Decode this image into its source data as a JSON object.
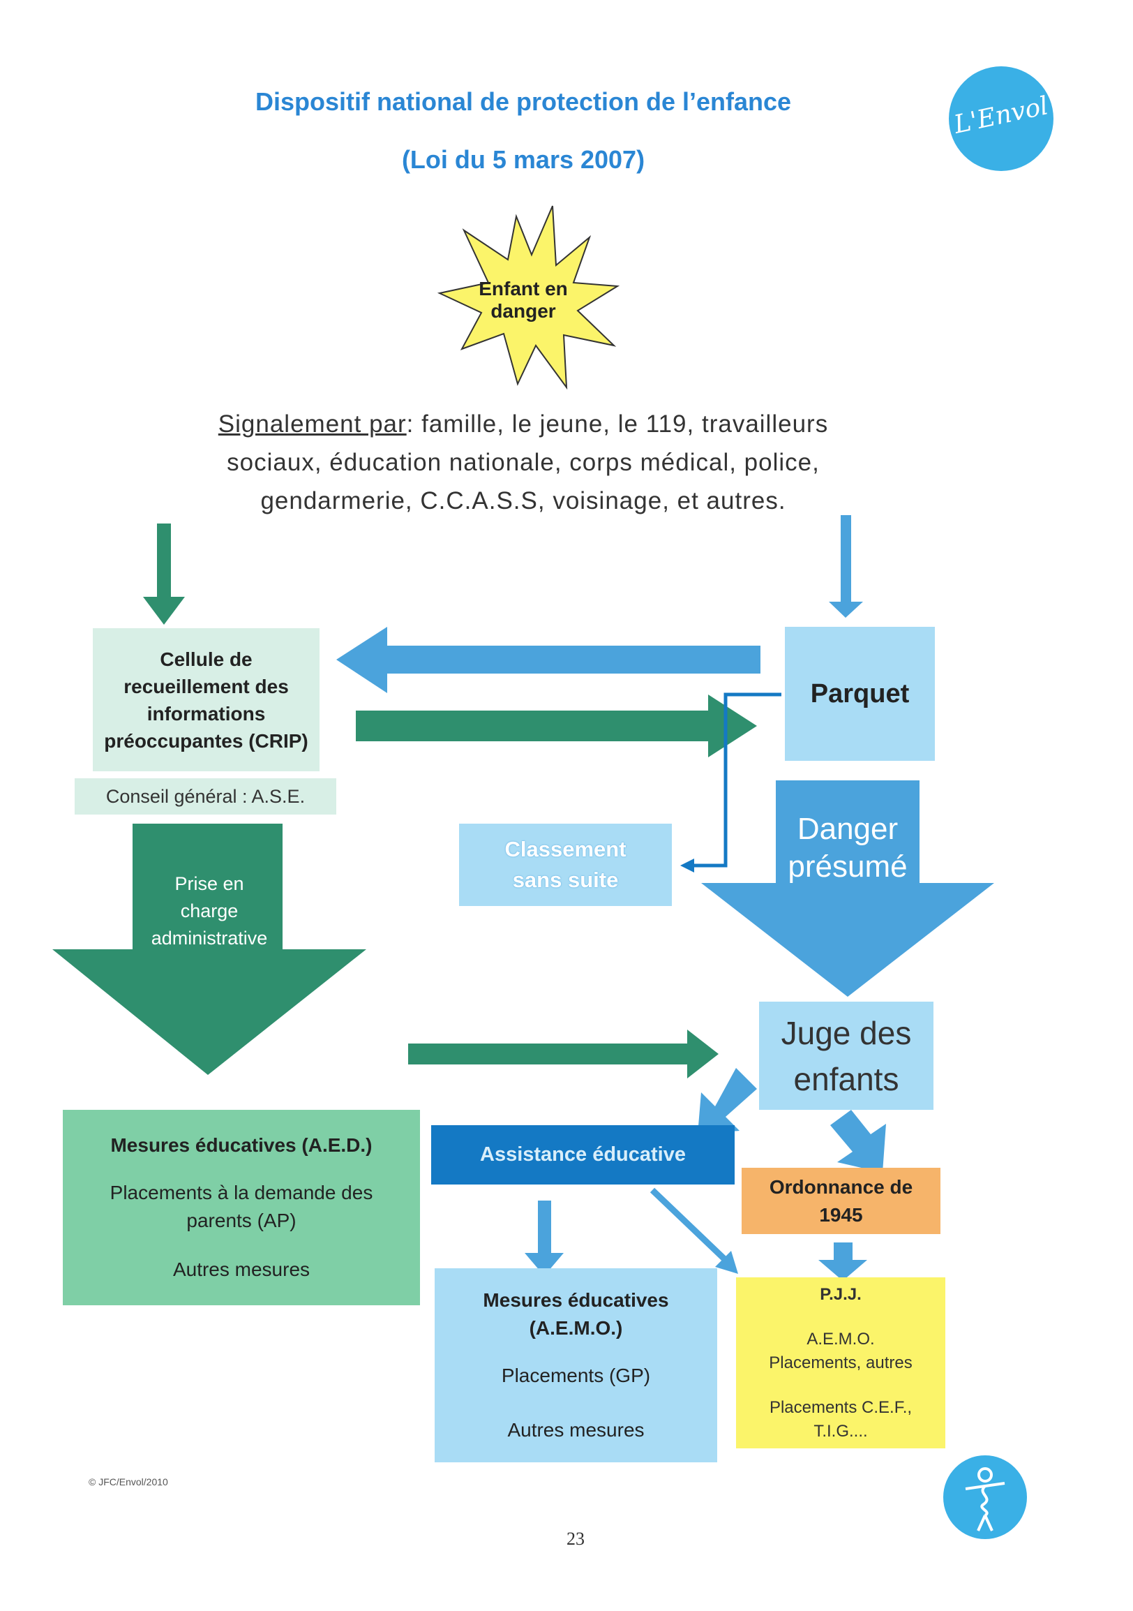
{
  "header": {
    "title_line1": "Dispositif national de protection de l’enfance",
    "title_line2": "(Loi du 5 mars 2007)",
    "logo_text": "L'Envol"
  },
  "burst": {
    "line1": "Enfant en",
    "line2": "danger"
  },
  "signalement": {
    "lead": "Signalement par",
    "line1": ": famille, le jeune, le 119, travailleurs",
    "line2": "sociaux, éducation nationale, corps médical, police,",
    "line3": "gendarmerie, C.C.A.S.S, voisinage, et autres."
  },
  "crip": {
    "line1": "Cellule de",
    "line2": "recueillement des",
    "line3": "informations",
    "line4": "préoccupantes (CRIP)",
    "sub": "Conseil général : A.S.E."
  },
  "parquet": {
    "label": "Parquet"
  },
  "classement": {
    "line1": "Classement",
    "line2": "sans suite"
  },
  "danger_presume": {
    "line1": "Danger",
    "line2": "présumé"
  },
  "prise_en_charge": {
    "line1": "Prise en",
    "line2": "charge",
    "line3": "administrative"
  },
  "juge": {
    "line1": "Juge des",
    "line2": "enfants"
  },
  "aed": {
    "title": "Mesures éducatives (A.E.D.)",
    "line1": "Placements à la demande des",
    "line2": "parents (AP)",
    "line3": "Autres mesures"
  },
  "assistance": {
    "label": "Assistance éducative"
  },
  "ordonnance": {
    "line1": "Ordonnance de",
    "line2": "1945"
  },
  "aemo": {
    "title1": "Mesures éducatives",
    "title2": "(A.E.M.O.)",
    "line1": "Placements (GP)",
    "line2": "Autres mesures"
  },
  "pjj": {
    "title": "P.J.J.",
    "line1": "A.E.M.O.",
    "line2": "Placements, autres",
    "line3": "Placements C.E.F.,",
    "line4": "T.I.G...."
  },
  "footer": {
    "copyright": "© JFC/Envol/2010",
    "page_number": "23"
  },
  "colors": {
    "title_blue": "#2a86d4",
    "teal_green": "#2f8f6e",
    "light_green": "#d8efe6",
    "mint_green": "#7fcfa6",
    "light_blue": "#a9dcf5",
    "mid_blue": "#4ba3dc",
    "dark_blue": "#1479c4",
    "yellow": "#fbf46a",
    "orange": "#f6b46a",
    "logo_blue": "#3ab0e6"
  }
}
